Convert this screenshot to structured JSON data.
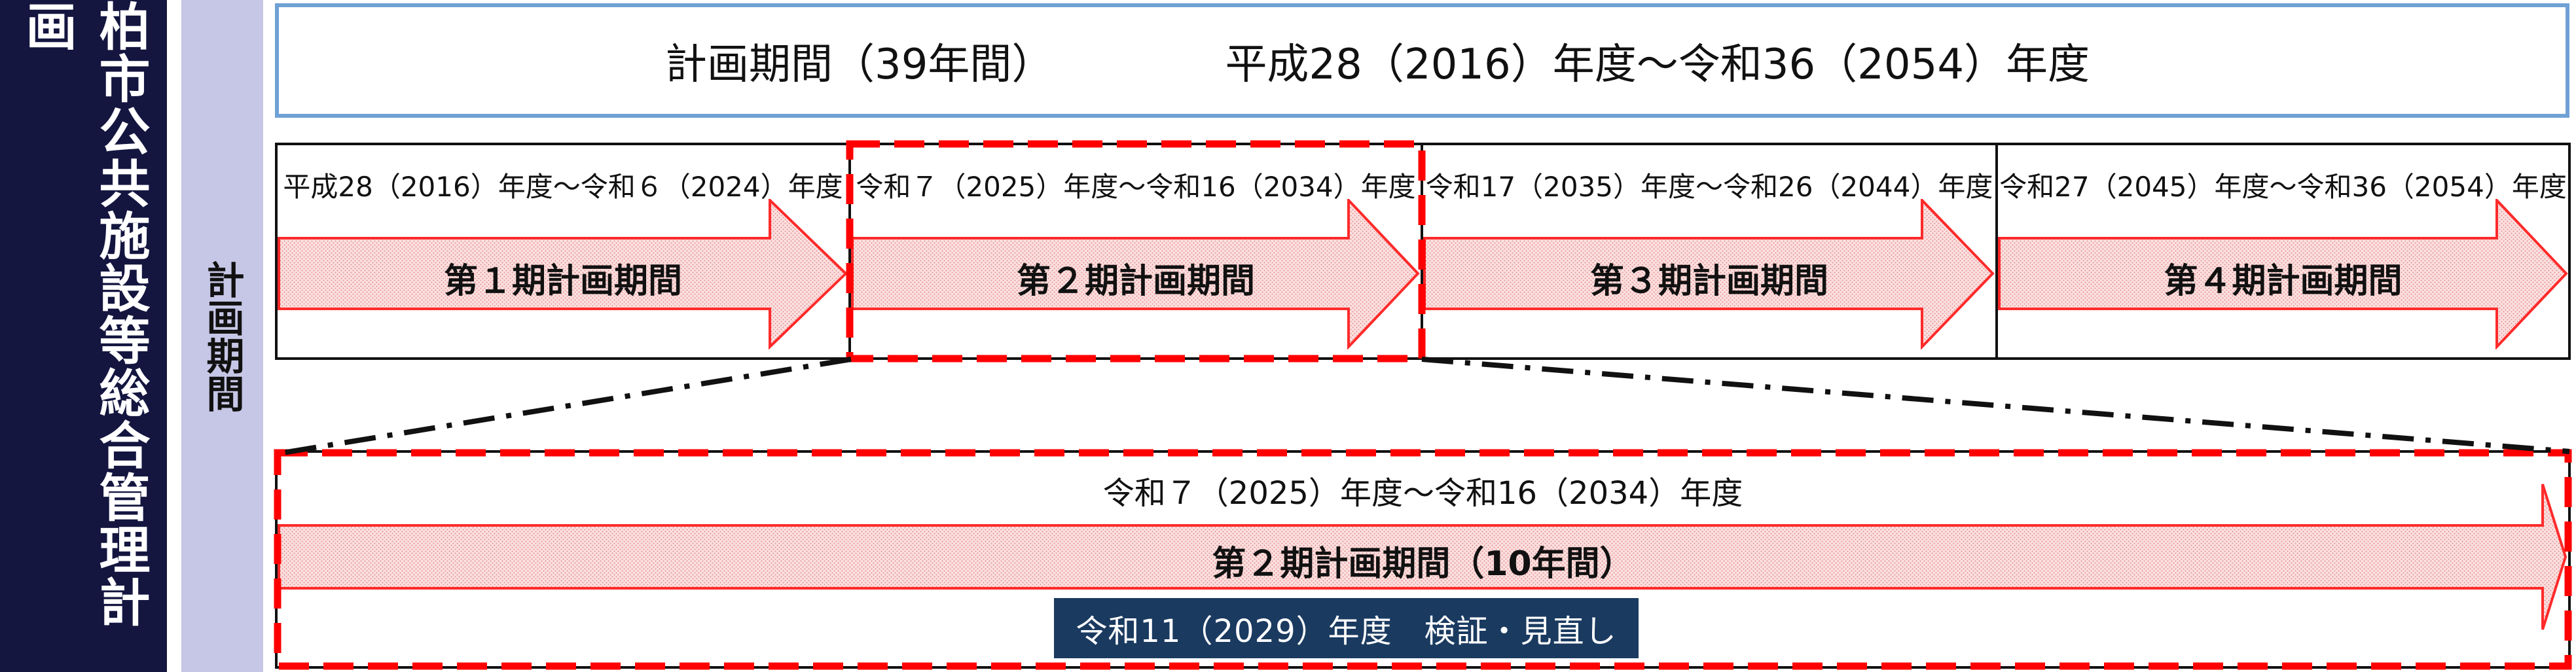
{
  "sidebar": {
    "plan_name": "柏市公共施設等総合管理計画",
    "period_label": "計画期間"
  },
  "total_period": {
    "label": "計画期間（39年間）",
    "range": "平成28（2016）年度～令和36（2054）年度"
  },
  "phases": [
    {
      "range": "平成28（2016）年度～令和６（2024）年度",
      "label": "第１期計画期間"
    },
    {
      "range": "令和７（2025）年度～令和16（2034）年度",
      "label": "第２期計画期間"
    },
    {
      "range": "令和17（2035）年度～令和26（2044）年度",
      "label": "第３期計画期間"
    },
    {
      "range": "令和27（2045）年度～令和36（2054）年度",
      "label": "第４期計画期間"
    }
  ],
  "detail": {
    "range": "令和７（2025）年度～令和16（2034）年度",
    "label": "第２期計画期間（10年間）",
    "review": "令和11（2029）年度　検証・見直し"
  },
  "colors": {
    "sidebar_dark": "#141640",
    "sidebar_light": "#c6c6e6",
    "header_border": "#6fa1d4",
    "arrow_fill": "#f9dada",
    "arrow_stroke": "#ff2a2a",
    "highlight_dash": "#ff0000",
    "review_badge": "#1a3a60"
  }
}
